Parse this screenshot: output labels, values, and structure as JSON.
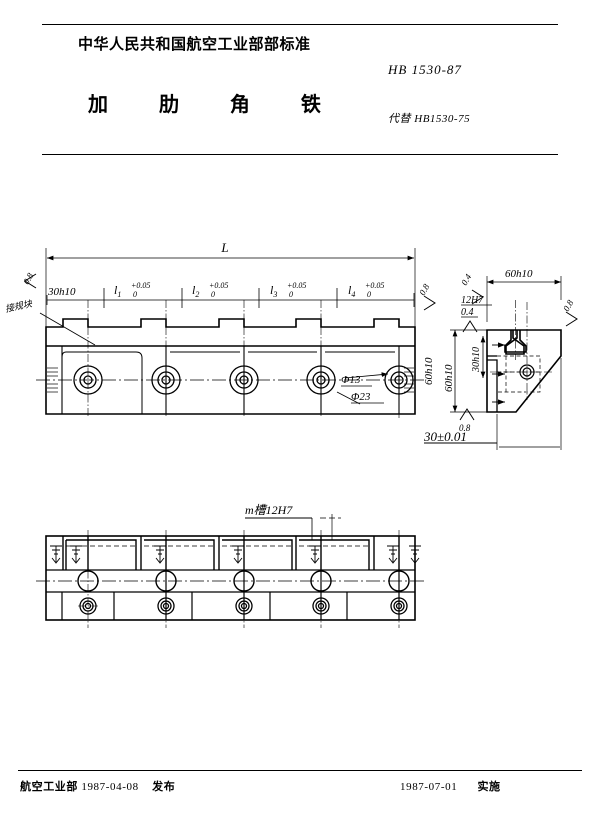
{
  "header": {
    "organization": "中华人民共和国航空工业部部标准",
    "title": "加 肋 角 铁",
    "standard_code": "HB 1530-87",
    "replaces": "代替 HB1530-75"
  },
  "footer": {
    "issuer": "航空工业部",
    "issue_date": "1987-04-08",
    "issue_label": "发布",
    "effective_date": "1987-07-01",
    "effective_label": "实施"
  },
  "drawing": {
    "front_view": {
      "overall_length": "L",
      "first_segment": "30h10",
      "segments": [
        {
          "base": "l",
          "sub": "1",
          "upper": "+0.05",
          "lower": "0"
        },
        {
          "base": "l",
          "sub": "2",
          "upper": "+0.05",
          "lower": "0"
        },
        {
          "base": "l",
          "sub": "3",
          "upper": "+0.05",
          "lower": "0"
        },
        {
          "base": "l",
          "sub": "4",
          "upper": "+0.05",
          "lower": "0"
        }
      ],
      "height": "60h10",
      "hole_small": "Φ13",
      "hole_large": "Φ23",
      "leader_note": "接规块",
      "roughness_left": "0.8",
      "roughness_right": "0.8",
      "hole_count": 5
    },
    "side_view": {
      "width": "60h10",
      "height": "60h10",
      "slot": "12H7",
      "flange": "30h10",
      "base_thickness": "30±0.01",
      "roughness_top": "0.4",
      "roughness_slot": "0.4",
      "roughness_right": "0.8",
      "roughness_bottom": "0.8"
    },
    "plan_view": {
      "slot_note": "m槽12H7",
      "hole_count": 5
    }
  },
  "colors": {
    "ink": "#000000",
    "paper": "#ffffff",
    "thin": "#1a1a1a"
  }
}
